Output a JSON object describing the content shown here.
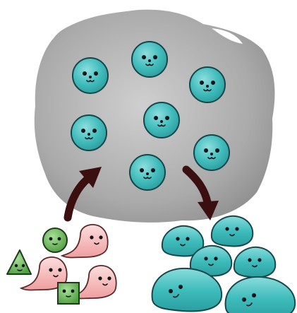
{
  "diagram": {
    "colors": {
      "background": "#ffffff",
      "rock_fill": "#a5a5a5",
      "rock_highlight": "#cfcfcf",
      "teal_fill": "#3fbcbc",
      "teal_highlight": "#86dcdc",
      "teal_stroke": "#17464a",
      "pink_fill": "#f3b7b7",
      "pink_stroke": "#5a2a2a",
      "green_fill": "#6fbe5c",
      "green_stroke": "#1d3a1d",
      "arrow": "#3b0f10",
      "face": "#0f1416"
    },
    "rock_icon": "porous-rock-blob",
    "arrow_icons": [
      "curved-arrow-up-icon",
      "curved-arrow-down-icon"
    ],
    "source_creature_icons": [
      "green-circle-face",
      "green-triangle-face",
      "green-square-face",
      "pink-ghost-face"
    ],
    "result_creature_icon": "teal-blob-face"
  }
}
